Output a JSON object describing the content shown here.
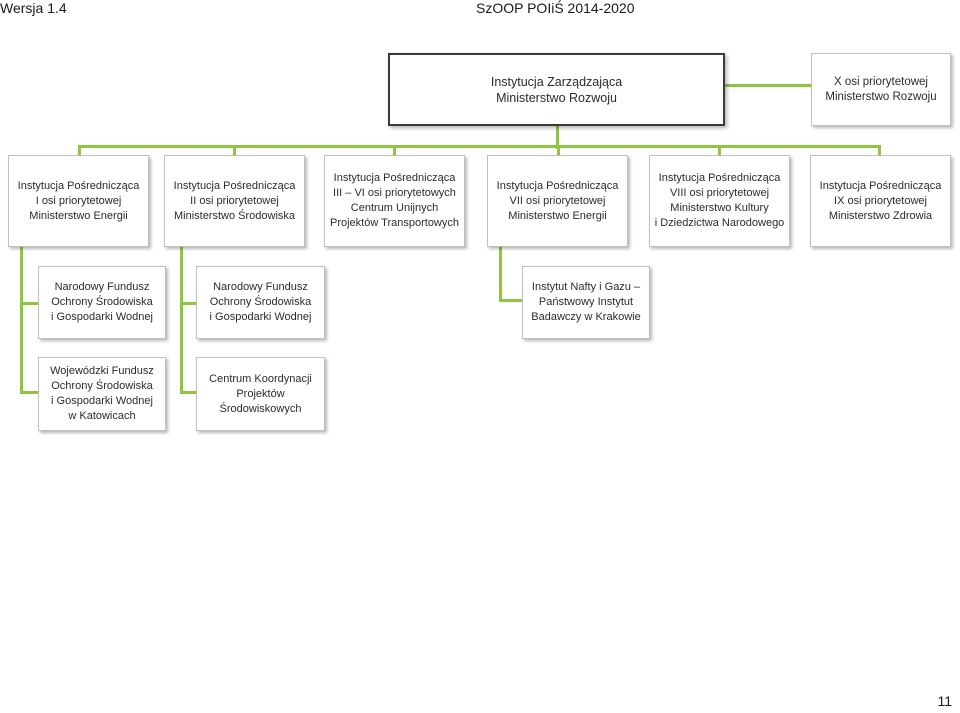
{
  "header": {
    "version": "Wersja 1.4",
    "title": "SzOOP POIiŚ 2014-2020"
  },
  "page_number": "11",
  "colors": {
    "connector": "#8dc63f",
    "box_border": "#bfbfbf"
  },
  "org": {
    "managing": [
      "Instytucja Zarządzająca",
      "Ministerstwo Rozwoju"
    ],
    "axis_x": [
      "X osi priorytetowej",
      "Ministerstwo Rozwoju"
    ],
    "intermediate": [
      [
        "Instytucja Pośrednicząca",
        "I osi priorytetowej",
        "Ministerstwo Energii"
      ],
      [
        "Instytucja Pośrednicząca",
        "II osi priorytetowej",
        "Ministerstwo Środowiska"
      ],
      [
        "Instytucja Pośrednicząca",
        "III – VI osi priorytetowych",
        "Centrum Unijnych",
        "Projektów Transportowych"
      ],
      [
        "Instytucja Pośrednicząca",
        "VII osi priorytetowej",
        "Ministerstwo Energii"
      ],
      [
        "Instytucja Pośrednicząca",
        "VIII osi priorytetowej",
        "Ministerstwo Kultury",
        "i Dziedzictwa Narodowego"
      ],
      [
        "Instytucja Pośrednicząca",
        "IX osi priorytetowej",
        "Ministerstwo Zdrowia"
      ]
    ],
    "implementing_axis1": [
      [
        "Narodowy Fundusz",
        "Ochrony Środowiska",
        "i Gospodarki Wodnej"
      ],
      [
        "Wojewódzki Fundusz",
        "Ochrony Środowiska",
        "i Gospodarki Wodnej",
        "w Katowicach"
      ]
    ],
    "implementing_axis2": [
      [
        "Narodowy Fundusz",
        "Ochrony Środowiska",
        "i Gospodarki Wodnej"
      ],
      [
        "Centrum Koordynacji",
        "Projektów",
        "Środowiskowych"
      ]
    ],
    "implementing_axis7": [
      [
        "Instytut Nafty i Gazu –",
        "Państwowy Instytut",
        "Badawczy w Krakowie"
      ]
    ]
  }
}
